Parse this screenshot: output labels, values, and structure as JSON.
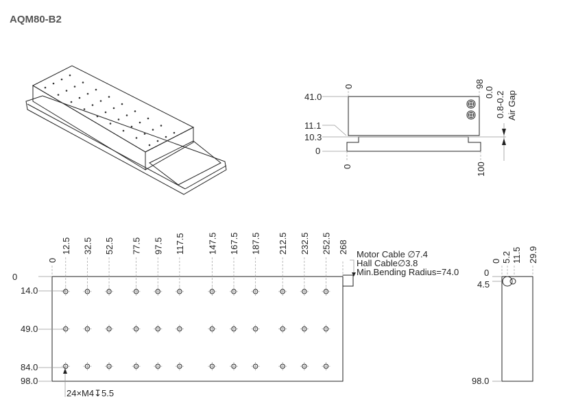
{
  "title": "AQM80-B2",
  "end_view": {
    "top_labels": [
      "0",
      "98"
    ],
    "bottom_labels": [
      "0",
      "100"
    ],
    "left_labels": [
      "41.0",
      "11.1",
      "10.3",
      "0"
    ],
    "air_gap_label": "Air Gap",
    "air_gap_tolerance": [
      "0.8",
      "-0.2",
      "0.0"
    ]
  },
  "bottom_view": {
    "x_labels": [
      "0",
      "12.5",
      "32.5",
      "52.5",
      "77.5",
      "97.5",
      "117.5",
      "147.5",
      "167.5",
      "187.5",
      "212.5",
      "232.5",
      "252.5",
      "268"
    ],
    "hole_x": [
      12.5,
      32.5,
      52.5,
      77.5,
      97.5,
      117.5,
      147.5,
      167.5,
      187.5,
      212.5,
      232.5,
      252.5
    ],
    "y_labels": [
      "0",
      "14.0",
      "49.0",
      "84.0",
      "98.0"
    ],
    "hole_y": [
      14,
      49,
      84
    ],
    "cable_notes": [
      "Motor Cable ∅7.4",
      "Hall Cable∅3.8",
      "Min.Bending Radius=74.0"
    ],
    "hole_note": "24×M4↧5.5"
  },
  "side_view": {
    "x_labels": [
      "0",
      "5.2",
      "11.5",
      "29.9"
    ],
    "y_labels": [
      "0",
      "4.5",
      "98.0"
    ]
  }
}
